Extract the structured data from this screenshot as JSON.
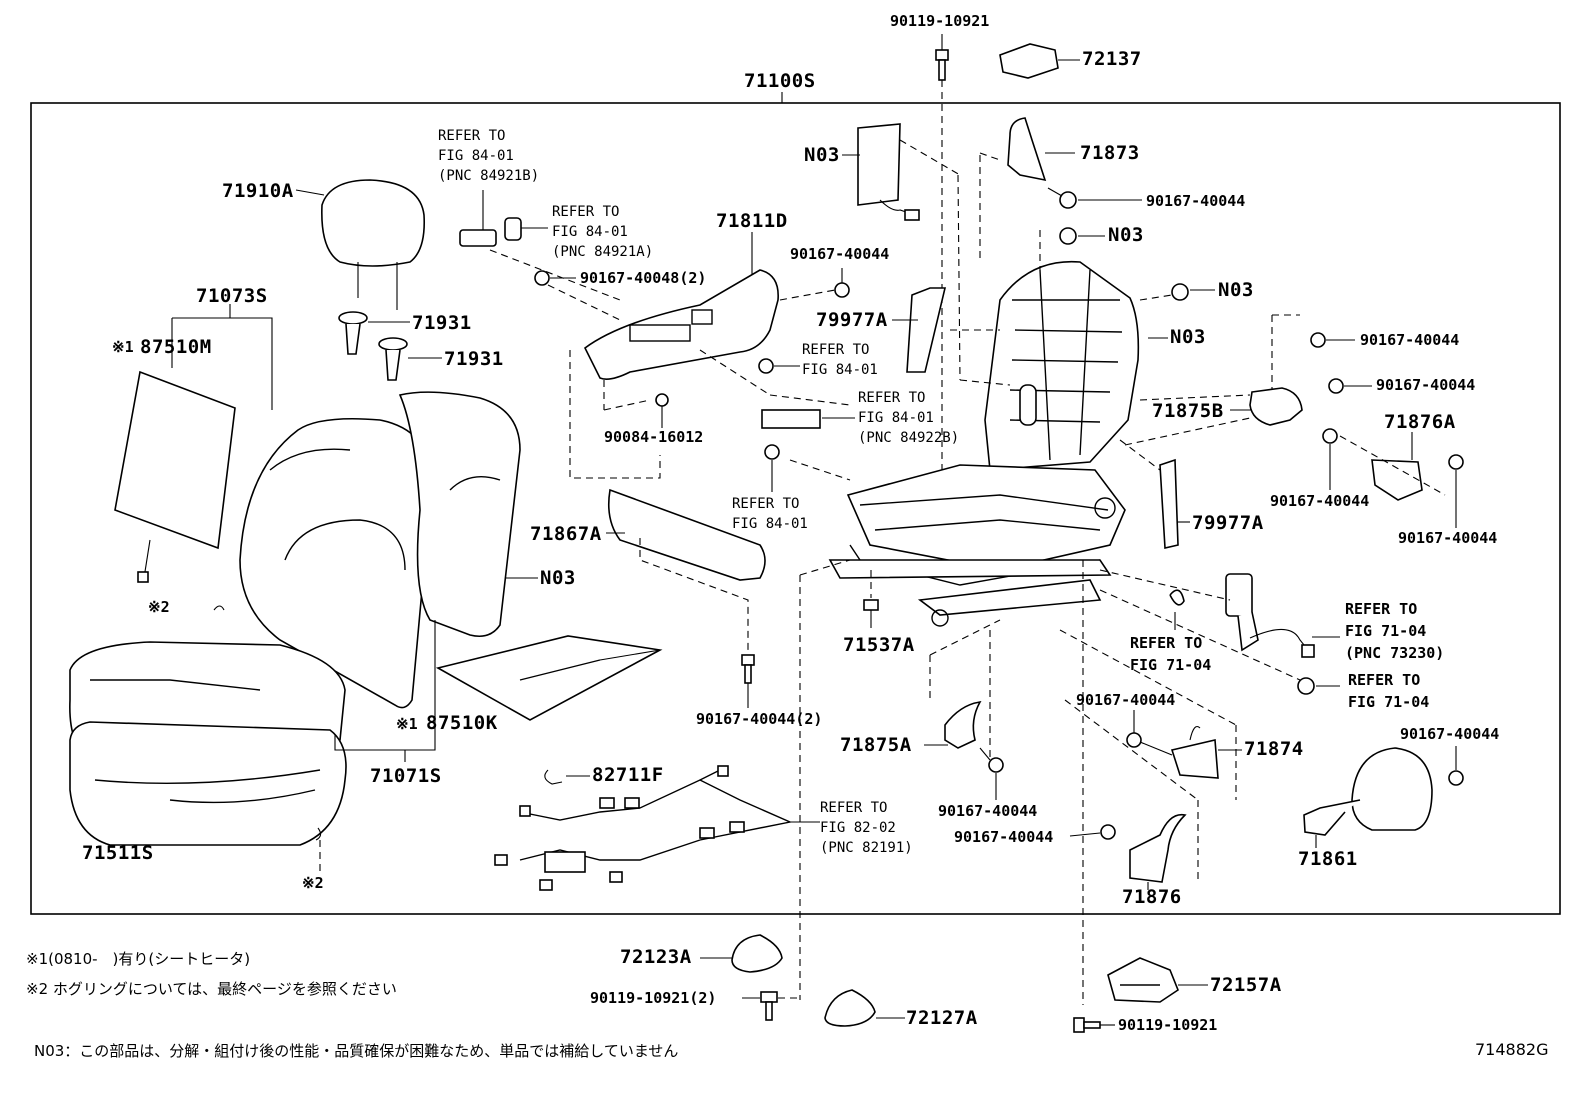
{
  "diagram_code": "714882G",
  "assembly": "71100S",
  "parts": {
    "p90119_10921_top": "90119-10921",
    "p72137": "72137",
    "p71910A": "71910A",
    "p71073S": "71073S",
    "p87510M": "87510M",
    "p87510M_mark": "※1",
    "p71931_a": "71931",
    "p71931_b": "71931",
    "p71811D": "71811D",
    "p90167_40048": "90167-40048(2)",
    "pN03_pad": "N03",
    "p90167_40044_a": "90167-40044",
    "p79977A_left": "79977A",
    "p71873": "71873",
    "p90167_40044_b": "90167-40044",
    "pN03_b": "N03",
    "pN03_c": "N03",
    "pN03_d": "N03",
    "p90167_40044_c": "90167-40044",
    "p90167_40044_d": "90167-40044",
    "p71875B": "71875B",
    "p71876A": "71876A",
    "p90167_40044_e": "90167-40044",
    "p90167_40044_f": "90167-40044",
    "p79977A_right": "79977A",
    "p90084_16012": "90084-16012",
    "p71867A": "71867A",
    "pN03_back": "N03",
    "p71537A": "71537A",
    "p87510K": "87510K",
    "p87510K_mark": "※1",
    "p90167_40044_2": "90167-40044(2)",
    "p71071S": "71071S",
    "p71875A": "71875A",
    "p90167_40044_g": "90167-40044",
    "p90167_40044_h": "90167-40044",
    "p71874": "71874",
    "p90167_40044_i": "90167-40044",
    "p90167_40044_j": "90167-40044",
    "p71861": "71861",
    "p71876": "71876",
    "p82711F": "82711F",
    "p71511S": "71511S",
    "mark2_a": "※2",
    "mark2_b": "※2",
    "p72123A": "72123A",
    "p90119_10921_2": "90119-10921(2)",
    "p72127A": "72127A",
    "p72157A": "72157A",
    "p90119_10921_bot": "90119-10921"
  },
  "refs": {
    "ref_84921B": "REFER TO\nFIG 84-01\n(PNC 84921B)",
    "ref_84921A": "REFER TO\nFIG 84-01\n(PNC 84921A)",
    "ref_8401_a": "REFER TO\nFIG 84-01",
    "ref_84922B": "REFER TO\nFIG 84-01\n(PNC 84922B)",
    "ref_8401_b": "REFER TO\nFIG 84-01",
    "ref_7104_a": "REFER TO\nFIG 71-04",
    "ref_73230": "REFER TO\nFIG 71-04\n(PNC 73230)",
    "ref_7104_b": "REFER TO\nFIG 71-04",
    "ref_82191": "REFER TO\nFIG 82-02\n(PNC 82191)"
  },
  "notes": {
    "note1": "※1(0810-　)有り(シートヒータ)",
    "note2": "※2  ホグリングについては、最終ページを参照ください",
    "note3": "N03：この部品は、分解・組付け後の性能・品質確保が困難なため、単品では補給していません"
  }
}
